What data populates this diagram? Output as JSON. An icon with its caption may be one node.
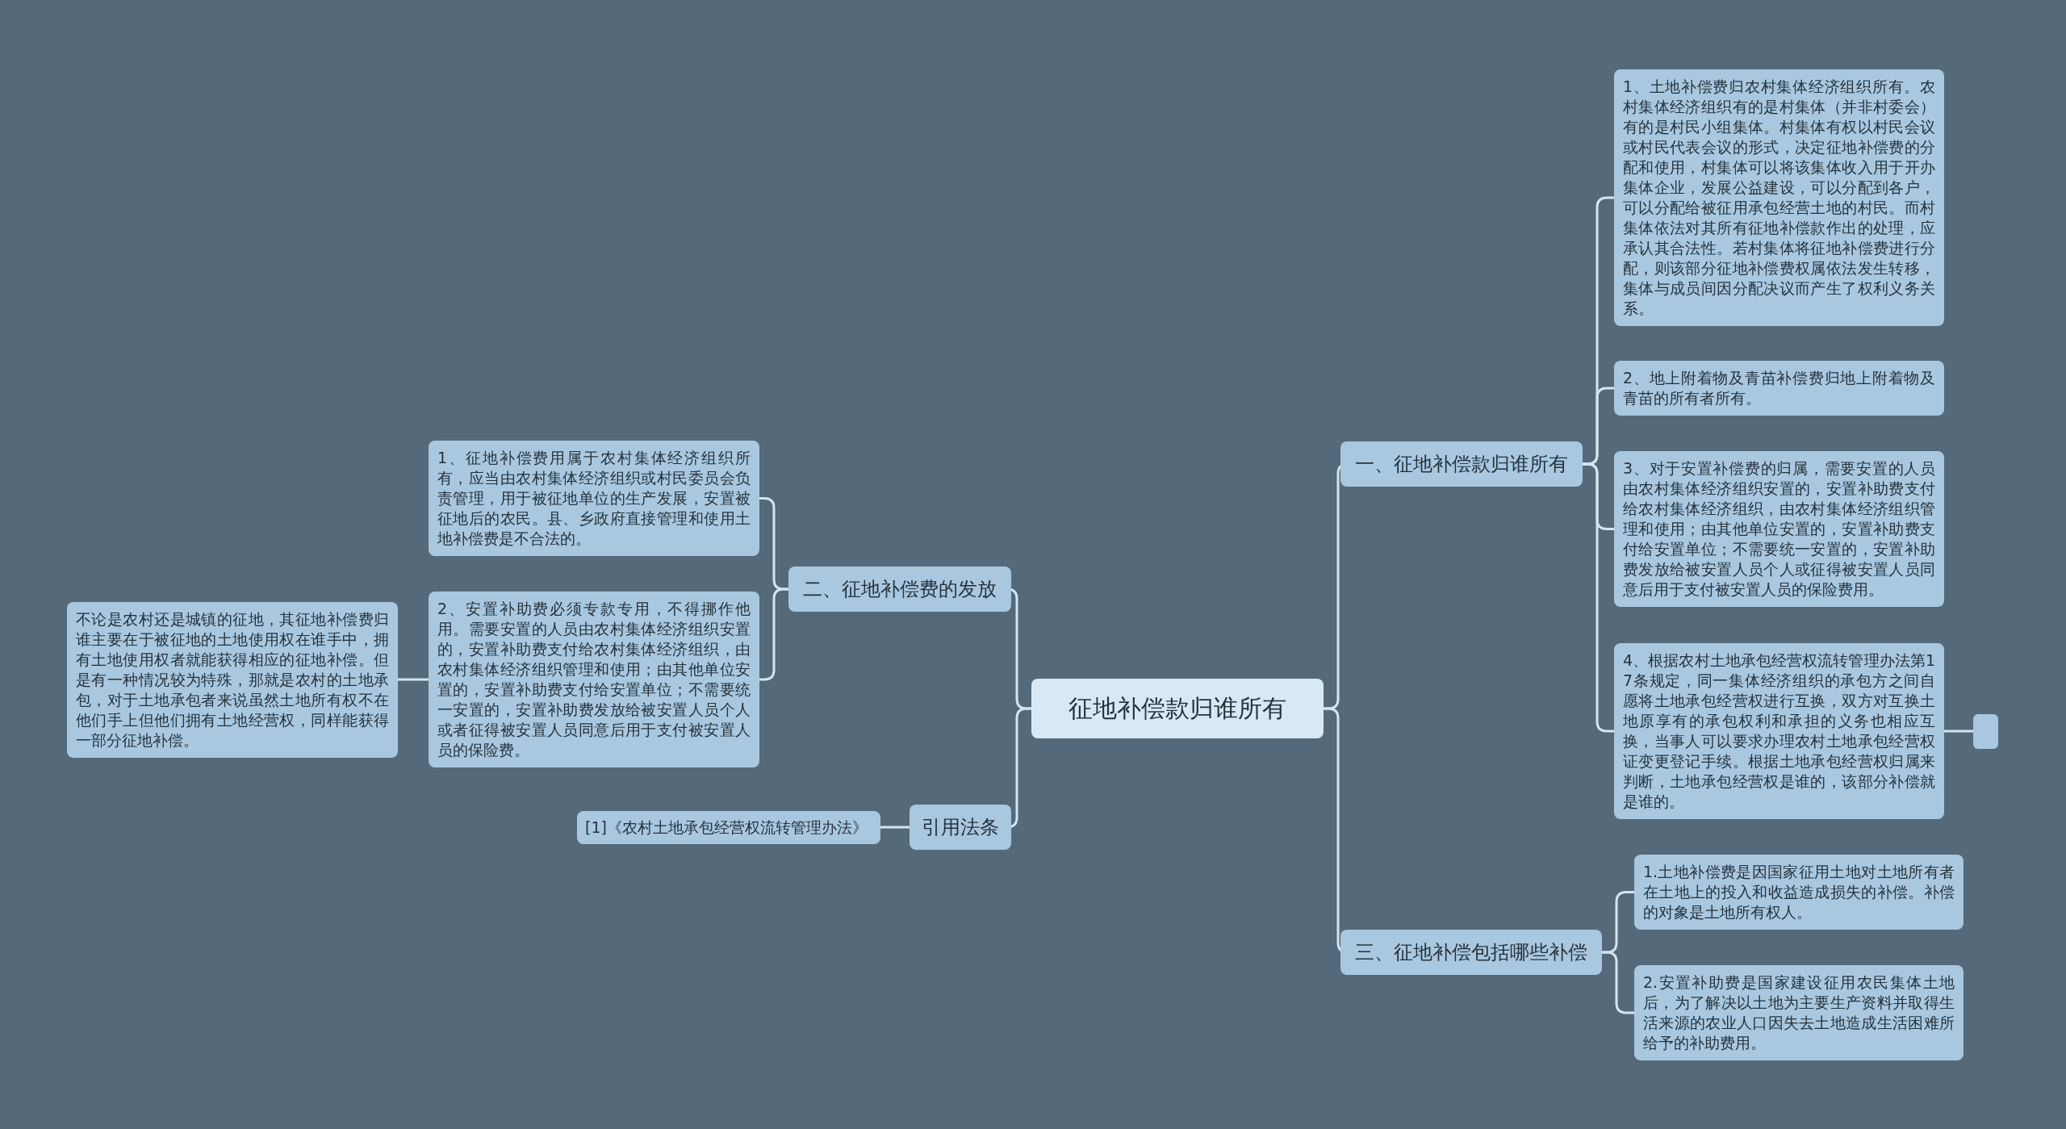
{
  "diagram": {
    "nodes": [
      {
        "text": [
          "征地补偿款归谁所有"
        ]
      },
      {
        "text": [
          "一、征地补偿款归谁所有"
        ]
      },
      {
        "text": [
          "1、土地补偿费归农村集体经济组织所有。农村集体经济组织有的是村集体（并非村委会）有的是村民小组集体。村集体有权以村民会议或村民代表会议的形式，决定征地补偿费的分配和使用，村集体可以将该集体收入用于开办集体企业，发展公益建设，可以分配到各户，可以分配给被征用承包经营土地的村民。而村集体依法对其所有征地补偿款作出的处理，应承认其合法性。若村集体将征地补偿费进行分配，则该部分征地补偿费权属依法发生转移，集体与成员间因分配决议而产生了权利义务关系。"
        ]
      },
      {
        "text": [
          "2、地上附着物及青苗补偿费归地上附着物及青苗的所有者所有。"
        ]
      },
      {
        "text": [
          "3、对于安置补偿费的归属，需要安置的人员由农村集体经济组织安置的，安置补助费支付给农村集体经济组织，由农村集体经济组织管理和使用；由其他单位安置的，安置补助费支付给安置单位；不需要统一安置的，安置补助费发放给被安置人员个人或征得被安置人员同意后用于支付被安置人员的保险费用。"
        ]
      },
      {
        "text": [
          "4、根据农村土地承包经营权流转管理办法第17条规定，同一集体经济组织的承包方之间自愿将土地承包经营权进行互换，双方对互换土地原享有的承包权利和承担的义务也相应互换，当事人可以要求办理农村土地承包经营权证变更登记手续。根据土地承包经营权归属来判断，土地承包经营权是谁的，该部分补偿就是谁的。"
        ]
      },
      {
        "text": [],
        "shape": "box"
      },
      {
        "text": [
          "三、征地补偿包括哪些补偿"
        ]
      },
      {
        "text": [
          "1.土地补偿费是因国家征用土地对土地所有者在土地上的投入和收益造成损失的补偿。补偿的对象是土地所有权人。"
        ]
      },
      {
        "text": [
          "2.安置补助费是国家建设征用农民集体土地后，为了解决以土地为主要生产资料并取得生活来源的农业人口因失去土地造成生活困难所给予的补助费用。"
        ]
      },
      {
        "text": [
          "二、征地补偿费的发放"
        ]
      },
      {
        "text": [
          "1、征地补偿费用属于农村集体经济组织所有，应当由农村集体经济组织或村民委员会负责管理，用于被征地单位的生产发展，安置被征地后的农民。县、乡政府直接管理和使用土地补偿费是不合法的。"
        ]
      },
      {
        "text": [
          "2、安置补助费必须专款专用，不得挪作他用。需要安置的人员由农村集体经济组织安置的，安置补助费支付给农村集体经济组织，由农村集体经济组织管理和使用；由其他单位安置的，安置补助费支付给安置单位；不需要统一安置的，安置补助费发放给被安置人员个人或者征得被安置人员同意后用于支付被安置人员的保险费。"
        ]
      },
      {
        "text": [
          "不论是农村还是城镇的征地，其征地补偿费归谁主要在于被征地的土地使用权在谁手中，拥有土地使用权者就能获得相应的征地补偿。但是有一种情况较为特殊，那就是农村的土地承包，对于土地承包者来说虽然土地所有权不在他们手上但他们拥有土地经营权，同样能获得一部分征地补偿。"
        ]
      },
      {
        "text": [
          "引用法条"
        ]
      },
      {
        "text": [
          "[1]《农村土地承包经营权流转管理办法》"
        ]
      }
    ],
    "edges": [
      {
        "from": 0,
        "to": 1,
        "arrow": "none"
      },
      {
        "from": 1,
        "to": 2,
        "arrow": "none"
      },
      {
        "from": 1,
        "to": 3,
        "arrow": "none"
      },
      {
        "from": 1,
        "to": 4,
        "arrow": "none"
      },
      {
        "from": 1,
        "to": 5,
        "arrow": "none"
      },
      {
        "from": 5,
        "to": 6,
        "arrow": "none"
      },
      {
        "from": 0,
        "to": 7,
        "arrow": "none"
      },
      {
        "from": 7,
        "to": 8,
        "arrow": "none"
      },
      {
        "from": 7,
        "to": 9,
        "arrow": "none"
      },
      {
        "from": 0,
        "to": 10,
        "arrow": "none"
      },
      {
        "from": 10,
        "to": 11,
        "arrow": "none"
      },
      {
        "from": 10,
        "to": 12,
        "arrow": "none"
      },
      {
        "from": 12,
        "to": 13,
        "arrow": "none"
      },
      {
        "from": 0,
        "to": 14,
        "arrow": "none"
      },
      {
        "from": 14,
        "to": 15,
        "arrow": "none"
      }
    ]
  }
}
